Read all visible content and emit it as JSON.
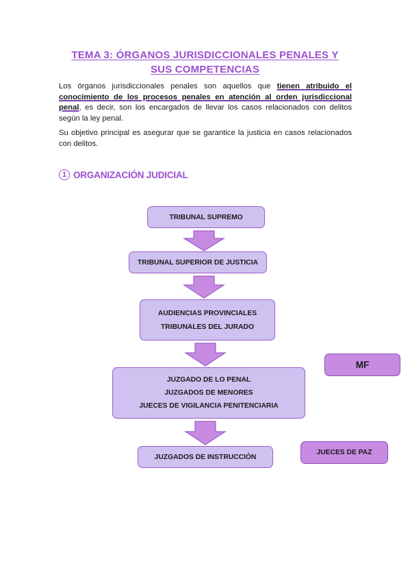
{
  "document": {
    "title_line1": "TEMA 3: ÓRGANOS JURISDICCIONALES PENALES Y",
    "title_line2": "SUS COMPETENCIAS",
    "para1": {
      "before": "Los órganos jurisdiccionales penales son aquellos que ",
      "highlight": "tienen atribuido el conocimiento de los procesos penales en atención al orden jurisdiccional penal",
      "after": ", es decir, son los encargados de llevar los casos relacionados con delitos según la ley penal."
    },
    "para2": "Su objetivo principal es asegurar que se garantice la justicia en casos relacionados con delitos.",
    "section": {
      "number": "1",
      "title": "ORGANIZACIÓN JUDICIAL"
    }
  },
  "diagram": {
    "supremo": "TRIBUNAL SUPREMO",
    "superior": "TRIBUNAL SUPERIOR DE JUSTICIA",
    "audiencias": [
      "AUDIENCIAS PROVINCIALES",
      "TRIBUNALES DEL JURADO"
    ],
    "juzgados": [
      "JUZGADO DE LO PENAL",
      "JUZGADOS DE MENORES",
      "JUECES DE VIGILANCIA PENITENCIARIA"
    ],
    "instruccion": "JUZGADOS DE INSTRUCCIÓN",
    "mf": "MF",
    "paz": "JUECES DE PAZ"
  },
  "colors": {
    "accent": "#9b4fd1",
    "box_fill": "#cfc1f0",
    "box_dark_fill": "#c88be2",
    "arrow_fill": "#c88be2"
  }
}
